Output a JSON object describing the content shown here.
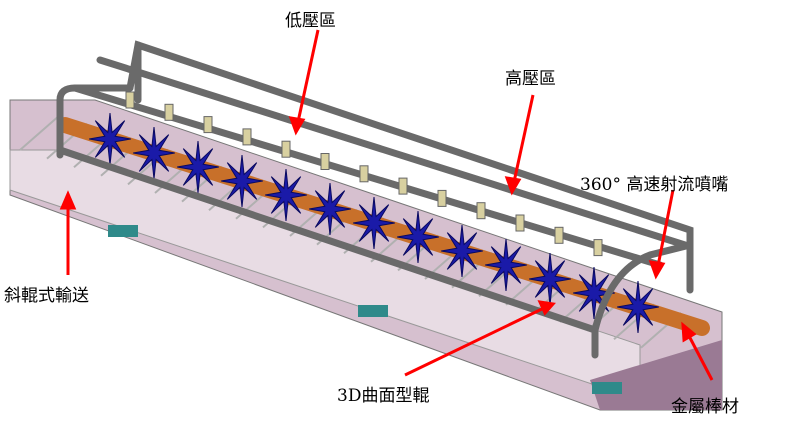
{
  "labels": {
    "low_pressure": "低壓區",
    "high_pressure": "高壓區",
    "nozzle": "360°  高速射流噴嘴",
    "conveyor": "斜輥式輸送",
    "roller": "3D曲面型輥",
    "bar": "金屬棒材"
  },
  "colors": {
    "arrow": "#ff0000",
    "rod": "#c8702a",
    "star": "#1a1aa8",
    "frame": "#6a6a6a",
    "rail": "#c9aac4"
  }
}
